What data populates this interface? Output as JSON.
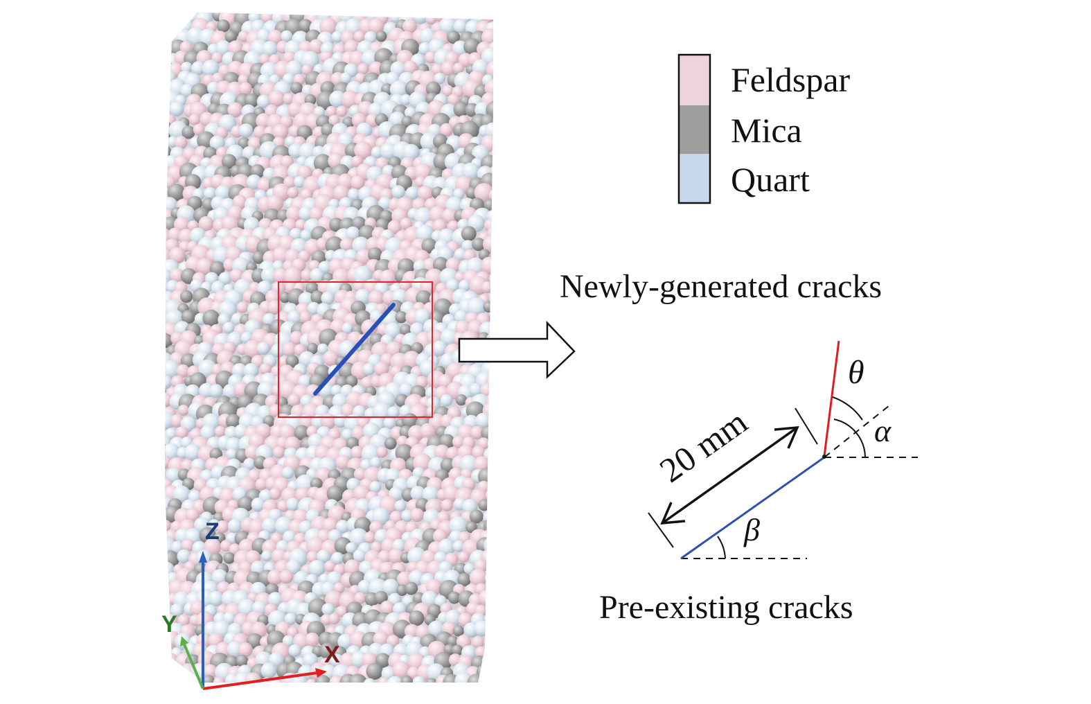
{
  "legend": {
    "items": [
      {
        "label": "Feldspar",
        "color": "#efd3db"
      },
      {
        "label": "Mica",
        "color": "#9e9e9e"
      },
      {
        "label": "Quart",
        "color": "#c6d7ee"
      }
    ]
  },
  "labels": {
    "new_cracks": "Newly-generated cracks",
    "pre_cracks": "Pre-existing cracks",
    "length": "20 mm",
    "theta": "θ",
    "alpha": "α",
    "beta": "β"
  },
  "axes": {
    "z": "Z",
    "y": "Y",
    "x": "X",
    "z_color": "#2d5fb8",
    "y_color": "#5ab04a",
    "x_color": "#e02020"
  },
  "colors": {
    "crack_new": "#e01b24",
    "crack_pre": "#2f4fa8",
    "crack_in_specimen": "#2950b8",
    "highlight_box": "#e0242a",
    "particle_feldspar": "#efd3db",
    "particle_mica": "#9e9e9e",
    "particle_quartz": "#d9e5f0"
  }
}
